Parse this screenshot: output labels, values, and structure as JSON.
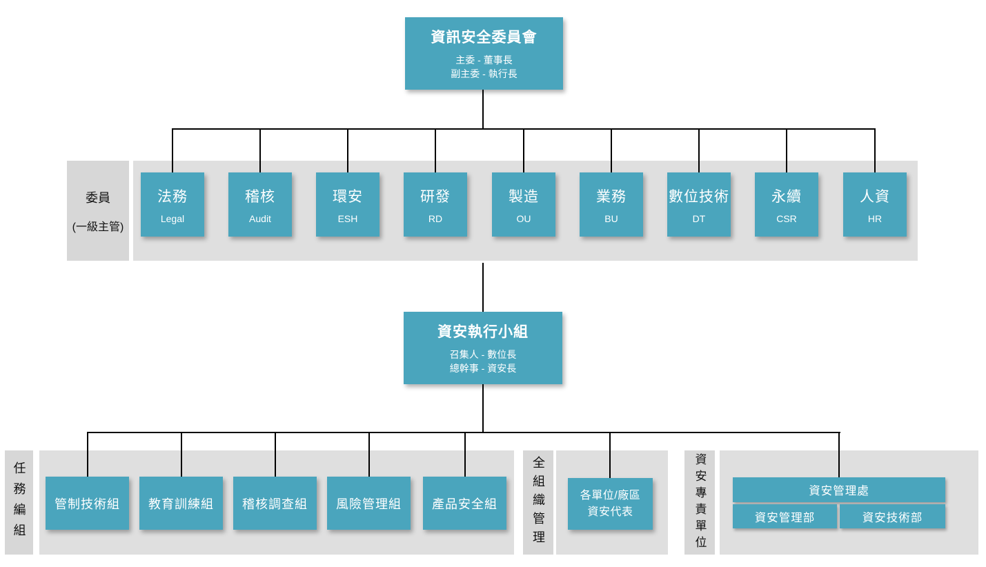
{
  "colors": {
    "accent_teal": "#4aa5bd",
    "band_gray": "#dfdfdf",
    "label_gray": "#d7d7d7",
    "connector_black": "#000000",
    "text_on_teal": "#ffffff"
  },
  "committee": {
    "root": {
      "title": "資訊安全委員會",
      "sub1": "主委 - 董事長",
      "sub2": "副主委 - 執行長"
    },
    "row_label": {
      "line1": "委員",
      "line2": "(一級主管)"
    },
    "members": [
      {
        "zh": "法務",
        "en": "Legal"
      },
      {
        "zh": "稽核",
        "en": "Audit"
      },
      {
        "zh": "環安",
        "en": "ESH"
      },
      {
        "zh": "研發",
        "en": "RD"
      },
      {
        "zh": "製造",
        "en": "OU"
      },
      {
        "zh": "業務",
        "en": "BU"
      },
      {
        "zh": "數位技術",
        "en": "DT"
      },
      {
        "zh": "永續",
        "en": "CSR"
      },
      {
        "zh": "人資",
        "en": "HR"
      }
    ]
  },
  "execution_team": {
    "root": {
      "title": "資安執行小組",
      "sub1": "召集人 - 數位長",
      "sub2": "總幹事 - 資安長"
    },
    "task_groups": {
      "label": "任務編組",
      "items": [
        "管制技術組",
        "教育訓練組",
        "稽核調查組",
        "風險管理組",
        "產品安全組"
      ]
    },
    "org_wide": {
      "label": "全組織管理",
      "box": {
        "line1": "各單位/廠區",
        "line2": "資安代表"
      }
    },
    "dedicated_unit": {
      "label": "資安專責單位",
      "parent": "資安管理處",
      "children": [
        "資安管理部",
        "資安技術部"
      ]
    }
  }
}
